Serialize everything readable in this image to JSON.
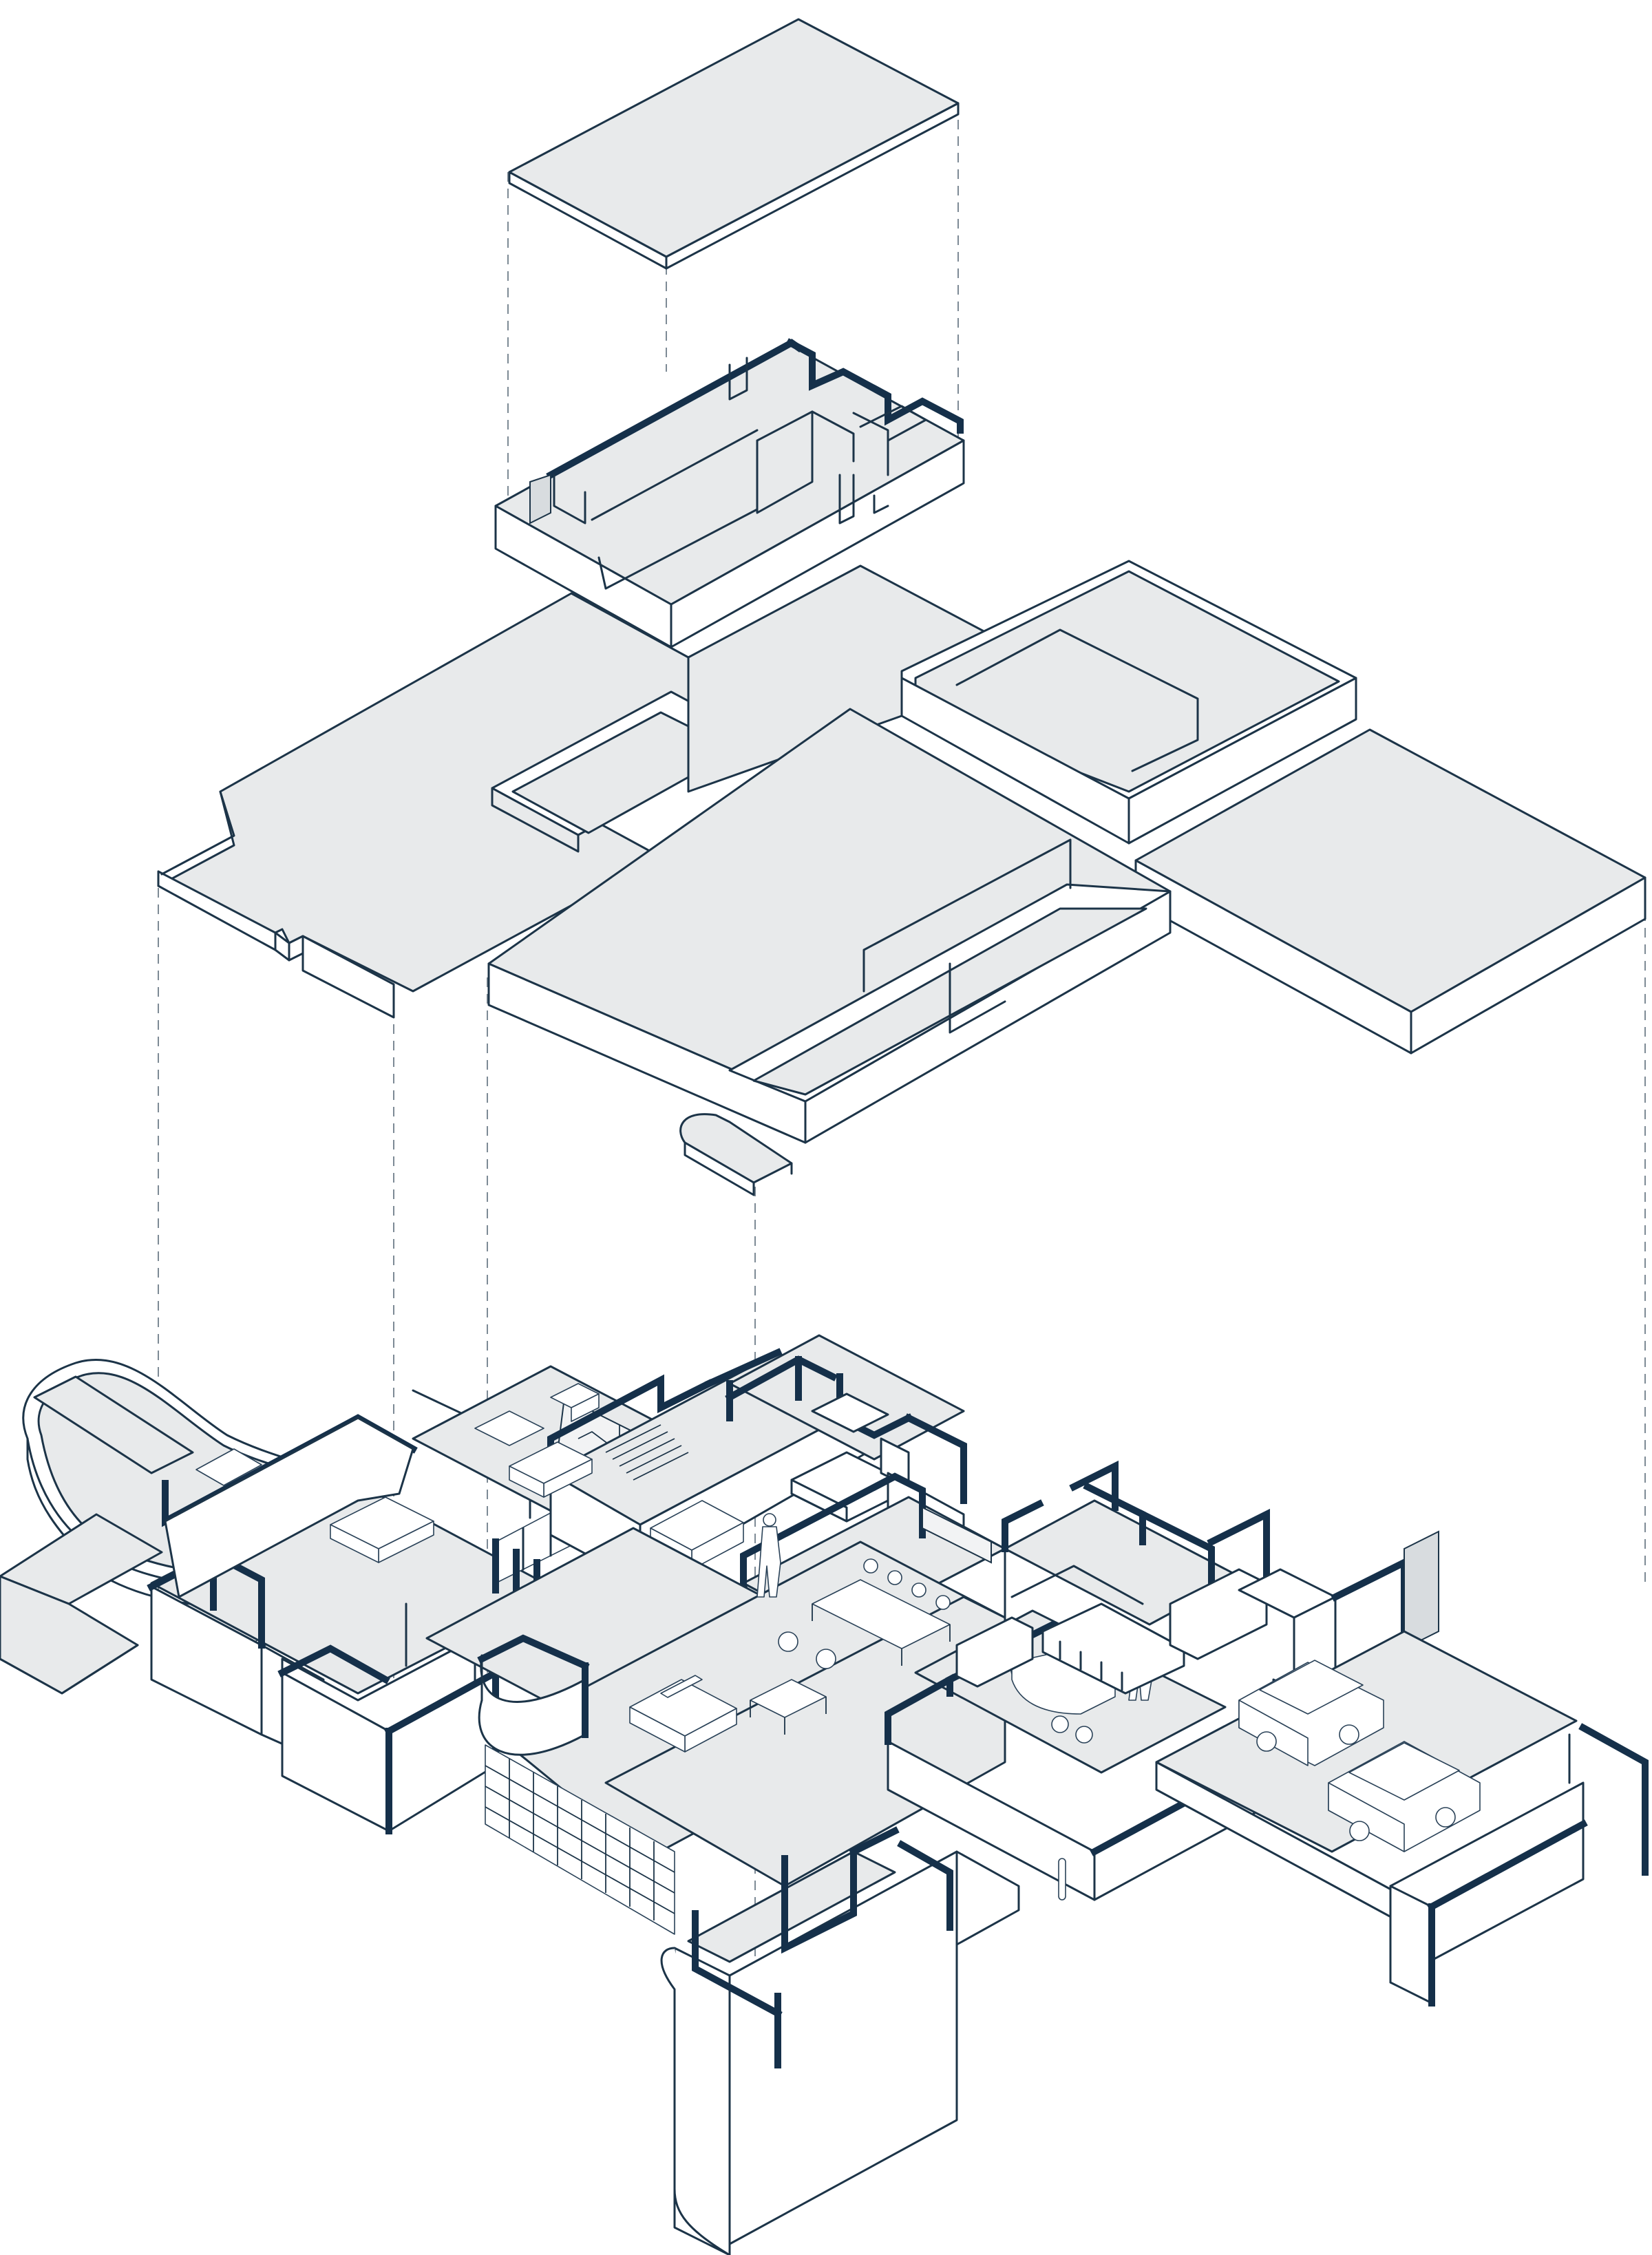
{
  "diagram": {
    "kind": "exploded-axonometric-floor-plan",
    "levels": [
      "roof",
      "upper-floor",
      "roof-slab-main",
      "ground-floor"
    ],
    "colors": {
      "background": "#ffffff",
      "fill": "#e8eaeb",
      "line": "#1c3448",
      "wall_cut": "#15304a",
      "dash": "#7d8a95",
      "wall_face": "#ffffff"
    },
    "icons": [
      "pool",
      "car",
      "person",
      "tree",
      "sofa",
      "dining-table",
      "bed",
      "chair"
    ]
  }
}
